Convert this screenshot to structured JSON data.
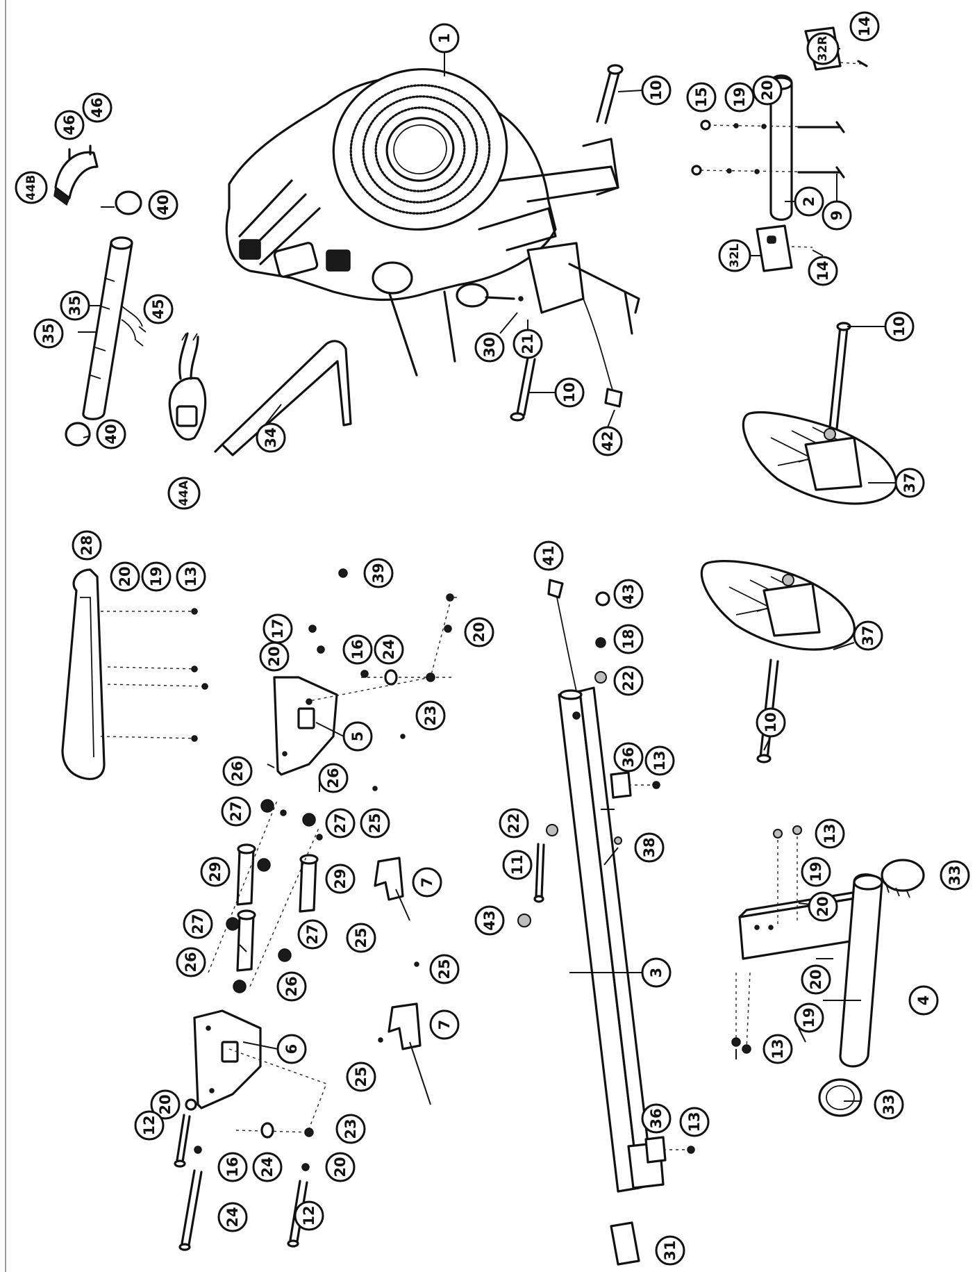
{
  "callouts": [
    {
      "id": "c1",
      "label": "1"
    },
    {
      "id": "c10a",
      "label": "10"
    },
    {
      "id": "c14a",
      "label": "14"
    },
    {
      "id": "c32R",
      "label": "32R"
    },
    {
      "id": "c15",
      "label": "15"
    },
    {
      "id": "c19a",
      "label": "19"
    },
    {
      "id": "c20a",
      "label": "20"
    },
    {
      "id": "c2",
      "label": "2"
    },
    {
      "id": "c9",
      "label": "9"
    },
    {
      "id": "c32L",
      "label": "32L"
    },
    {
      "id": "c14b",
      "label": "14"
    },
    {
      "id": "c46a",
      "label": "46"
    },
    {
      "id": "c46b",
      "label": "46"
    },
    {
      "id": "c44B",
      "label": "44B"
    },
    {
      "id": "c40a",
      "label": "40"
    },
    {
      "id": "c35a",
      "label": "35"
    },
    {
      "id": "c35b",
      "label": "35"
    },
    {
      "id": "c45",
      "label": "45"
    },
    {
      "id": "c40b",
      "label": "40"
    },
    {
      "id": "c44A",
      "label": "44A"
    },
    {
      "id": "c34",
      "label": "34"
    },
    {
      "id": "c30",
      "label": "30"
    },
    {
      "id": "c21",
      "label": "21"
    },
    {
      "id": "c10b",
      "label": "10"
    },
    {
      "id": "c42",
      "label": "42"
    },
    {
      "id": "c10c",
      "label": "10"
    },
    {
      "id": "c37a",
      "label": "37"
    },
    {
      "id": "c28",
      "label": "28"
    },
    {
      "id": "c20b",
      "label": "20"
    },
    {
      "id": "c19b",
      "label": "19"
    },
    {
      "id": "c13a",
      "label": "13"
    },
    {
      "id": "c39",
      "label": "39"
    },
    {
      "id": "c17",
      "label": "17"
    },
    {
      "id": "c20c",
      "label": "20"
    },
    {
      "id": "c16a",
      "label": "16"
    },
    {
      "id": "c24a",
      "label": "24"
    },
    {
      "id": "c23a",
      "label": "23"
    },
    {
      "id": "c20d",
      "label": "20"
    },
    {
      "id": "c41",
      "label": "41"
    },
    {
      "id": "c43a",
      "label": "43"
    },
    {
      "id": "c18",
      "label": "18"
    },
    {
      "id": "c22a",
      "label": "22"
    },
    {
      "id": "c37b",
      "label": "37"
    },
    {
      "id": "c10d",
      "label": "10"
    },
    {
      "id": "c5",
      "label": "5"
    },
    {
      "id": "c26a",
      "label": "26"
    },
    {
      "id": "c26b",
      "label": "26"
    },
    {
      "id": "c27a",
      "label": "27"
    },
    {
      "id": "c27b",
      "label": "27"
    },
    {
      "id": "c25a",
      "label": "25"
    },
    {
      "id": "c36a",
      "label": "36"
    },
    {
      "id": "c13b",
      "label": "13"
    },
    {
      "id": "c22b",
      "label": "22"
    },
    {
      "id": "c38",
      "label": "38"
    },
    {
      "id": "c11",
      "label": "11"
    },
    {
      "id": "c29a",
      "label": "29"
    },
    {
      "id": "c29b",
      "label": "29"
    },
    {
      "id": "c7a",
      "label": "7"
    },
    {
      "id": "c43b",
      "label": "43"
    },
    {
      "id": "c27c",
      "label": "27"
    },
    {
      "id": "c27d",
      "label": "27"
    },
    {
      "id": "c25b",
      "label": "25"
    },
    {
      "id": "c26c",
      "label": "26"
    },
    {
      "id": "c26d",
      "label": "26"
    },
    {
      "id": "c25c",
      "label": "25"
    },
    {
      "id": "c7b",
      "label": "7"
    },
    {
      "id": "c6",
      "label": "6"
    },
    {
      "id": "c25d",
      "label": "25"
    },
    {
      "id": "c3",
      "label": "3"
    },
    {
      "id": "c13c",
      "label": "13"
    },
    {
      "id": "c19c",
      "label": "19"
    },
    {
      "id": "c20e",
      "label": "20"
    },
    {
      "id": "c33a",
      "label": "33"
    },
    {
      "id": "c4",
      "label": "4"
    },
    {
      "id": "c20f",
      "label": "20"
    },
    {
      "id": "c19d",
      "label": "19"
    },
    {
      "id": "c13d",
      "label": "13"
    },
    {
      "id": "c33b",
      "label": "33"
    },
    {
      "id": "c20g",
      "label": "20"
    },
    {
      "id": "c12a",
      "label": "12"
    },
    {
      "id": "c16b",
      "label": "16"
    },
    {
      "id": "c24b",
      "label": "24"
    },
    {
      "id": "c23b",
      "label": "23"
    },
    {
      "id": "c20h",
      "label": "20"
    },
    {
      "id": "c24c",
      "label": "24"
    },
    {
      "id": "c12b",
      "label": "12"
    },
    {
      "id": "c36b",
      "label": "36"
    },
    {
      "id": "c13e",
      "label": "13"
    },
    {
      "id": "c31",
      "label": "31"
    }
  ]
}
